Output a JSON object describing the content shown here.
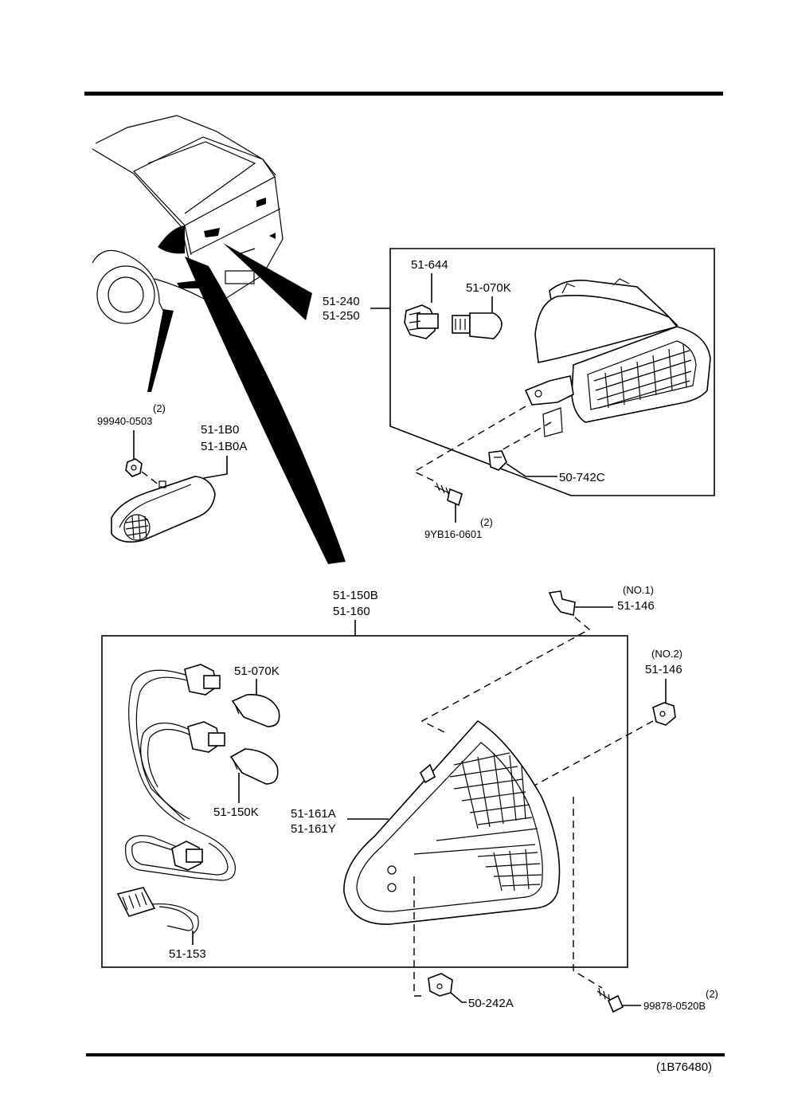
{
  "labels": {
    "rear_combo": [
      "51-240",
      "51-250"
    ],
    "socket_a": "51-644",
    "bulb_a": "51-070K",
    "clip_a": "50-742C",
    "screw_a_qty": "(2)",
    "screw_a": "9YB16-0601",
    "nut_qty": "(2)",
    "nut": "99940-0503",
    "side_lamp": [
      "51-1B0",
      "51-1B0A"
    ],
    "tail_lamp": [
      "51-150B",
      "51-160"
    ],
    "bulb_b": "51-070K",
    "bulb_c": "51-150K",
    "lens": [
      "51-161A",
      "51-161Y"
    ],
    "harness": "51-153",
    "clip_no1_note": "(NO.1)",
    "clip_no1": "51-146",
    "clip_no2_note": "(NO.2)",
    "clip_no2": "51-146",
    "clip_b": "50-242A",
    "screw_b_qty": "(2)",
    "screw_b": "99878-0520B",
    "figure_code": "(1B76480)"
  },
  "icons": [
    "car-rear-icon",
    "lamp-assembly-icon",
    "bulb-icon",
    "socket-icon",
    "screw-icon",
    "nut-icon",
    "clip-icon",
    "wiring-harness-icon",
    "tail-lens-icon"
  ]
}
